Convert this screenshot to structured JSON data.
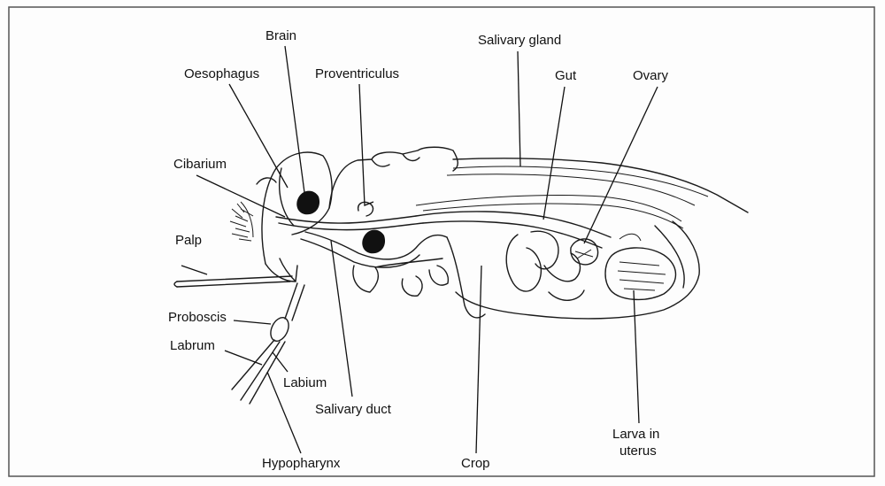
{
  "labels": {
    "brain": "Brain",
    "oesophagus": "Oesophagus",
    "proventriculus": "Proventriculus",
    "salivary_gland": "Salivary gland",
    "gut": "Gut",
    "ovary": "Ovary",
    "cibarium": "Cibarium",
    "palp": "Palp",
    "proboscis": "Proboscis",
    "labrum": "Labrum",
    "labium": "Labium",
    "salivary_duct": "Salivary duct",
    "hypopharynx": "Hypopharynx",
    "crop": "Crop",
    "larva_in_uterus_line1": "Larva in",
    "larva_in_uterus_line2": "uterus"
  }
}
